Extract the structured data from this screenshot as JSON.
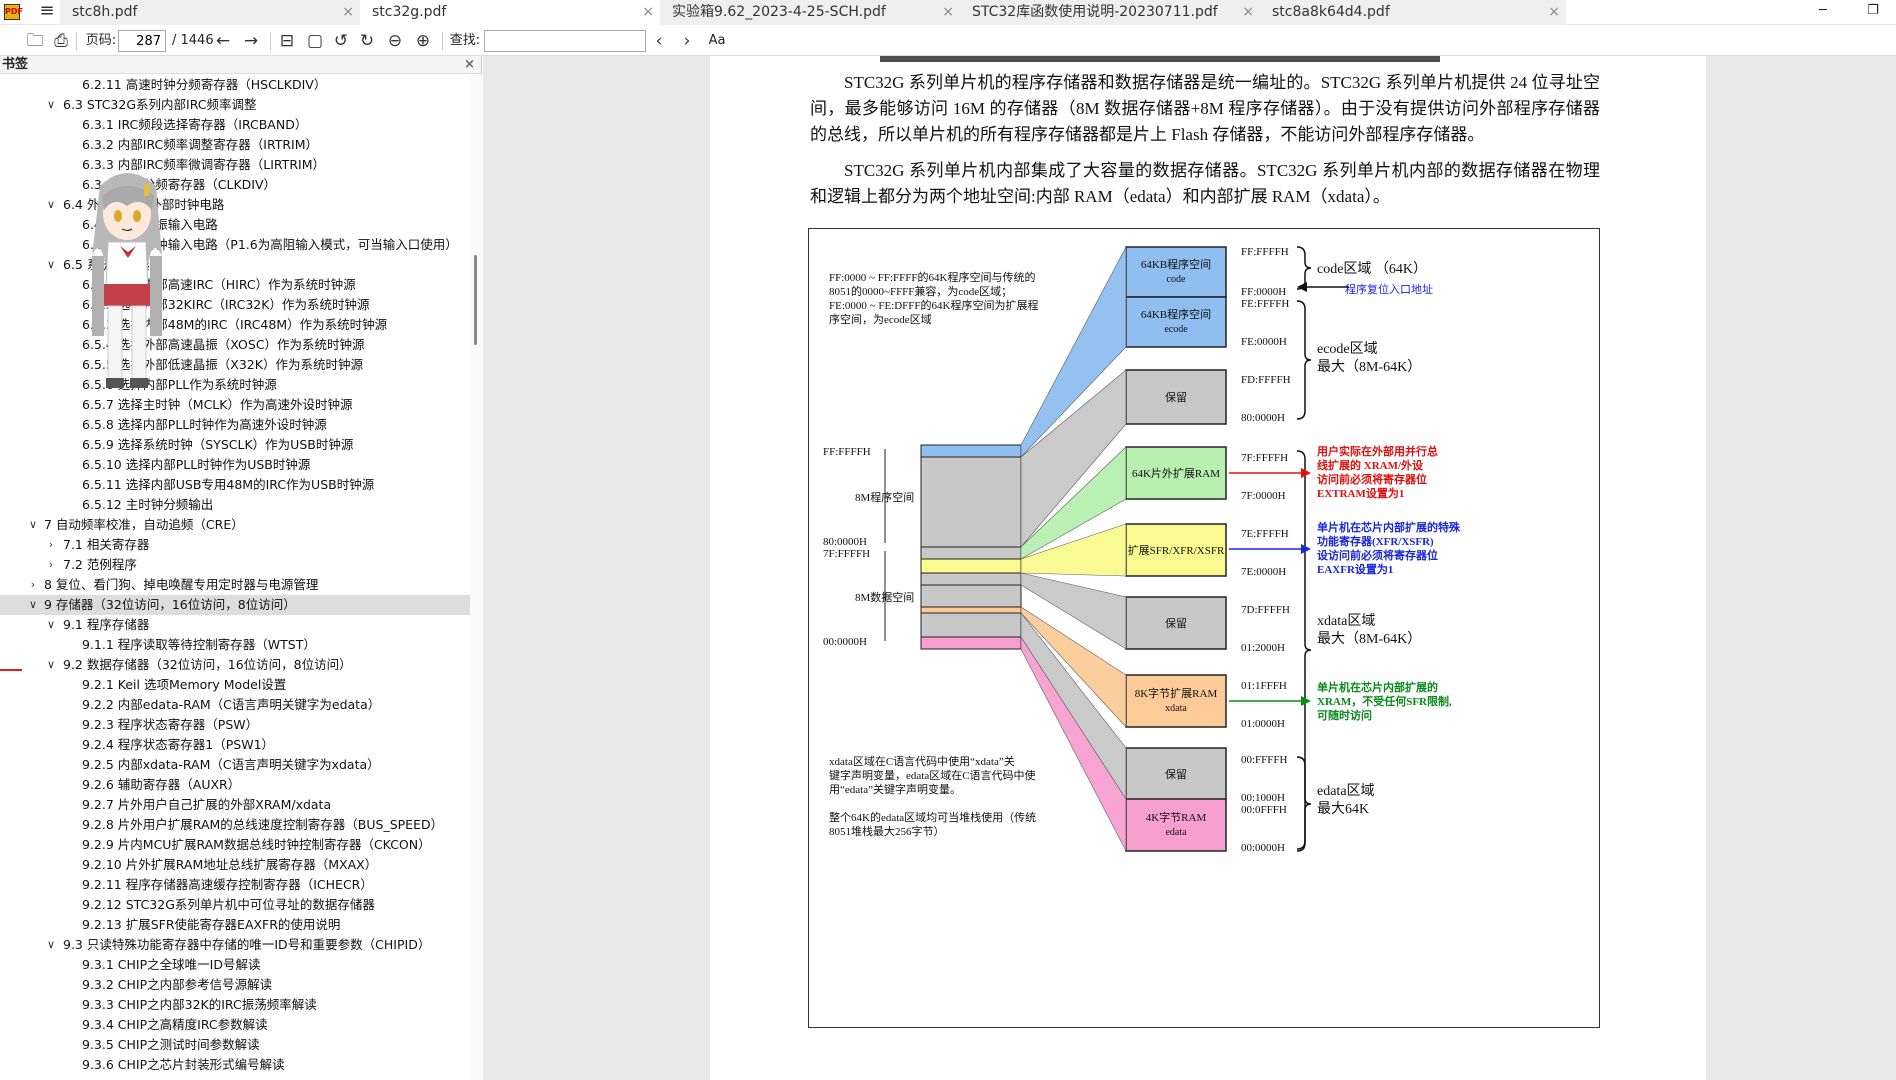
{
  "app": {
    "logo": "PDF"
  },
  "tabs": [
    {
      "label": "stc8h.pdf",
      "close": "×"
    },
    {
      "label": "stc32g.pdf",
      "close": "×"
    },
    {
      "label": "实验箱9.62_2023-4-25-SCH.pdf",
      "close": "×"
    },
    {
      "label": "STC32库函数使用说明-20230711.pdf",
      "close": "×"
    },
    {
      "label": "stc8a8k64d4.pdf",
      "close": "×"
    }
  ],
  "window": {
    "minimize": "─",
    "restore": "❐"
  },
  "toolbar": {
    "page_label": "页码:",
    "current_page": "287",
    "total_pages": "/ 1446",
    "search_label": "查找:",
    "search_value": "",
    "font_toggle": "Aa"
  },
  "sidebar": {
    "title": "书签",
    "close": "×",
    "items": [
      {
        "twisty": "",
        "label": "6.2.11 高速时钟分频寄存器（HSCLKDIV）"
      },
      {
        "twisty": "∨",
        "label": "6.3 STC32G系列内部IRC频率调整"
      },
      {
        "twisty": "",
        "label": "6.3.1 IRC频段选择寄存器（IRCBAND）"
      },
      {
        "twisty": "",
        "label": "6.3.2 内部IRC频率调整寄存器（IRTRIM）"
      },
      {
        "twisty": "",
        "label": "6.3.3 内部IRC频率微调寄存器（LIRTRIM）"
      },
      {
        "twisty": "",
        "label": "6.3.4 时钟分频寄存器（CLKDIV）"
      },
      {
        "twisty": "∨",
        "label": "6.4 外部晶振及外部时钟电路"
      },
      {
        "twisty": "",
        "label": "6.4.1 外部晶振输入电路"
      },
      {
        "twisty": "",
        "label": "6.4.2 外部时钟输入电路（P1.6为高阻输入模式，可当输入口使用）"
      },
      {
        "twisty": "∨",
        "label": "6.5 系统时钟选择"
      },
      {
        "twisty": "",
        "label": "6.5.1 选择内部高速IRC（HIRC）作为系统时钟源"
      },
      {
        "twisty": "",
        "label": "6.5.2 选择内部32KIRC（IRC32K）作为系统时钟源"
      },
      {
        "twisty": "",
        "label": "6.5.3 选择内部48M的IRC（IRC48M）作为系统时钟源"
      },
      {
        "twisty": "",
        "label": "6.5.4 选择外部高速晶振（XOSC）作为系统时钟源"
      },
      {
        "twisty": "",
        "label": "6.5.5 选择外部低速晶振（X32K）作为系统时钟源"
      },
      {
        "twisty": "",
        "label": "6.5.6 选择内部PLL作为系统时钟源"
      },
      {
        "twisty": "",
        "label": "6.5.7 选择主时钟（MCLK）作为高速外设时钟源"
      },
      {
        "twisty": "",
        "label": "6.5.8 选择内部PLL时钟作为高速外设时钟源"
      },
      {
        "twisty": "",
        "label": "6.5.9 选择系统时钟（SYSCLK）作为USB时钟源"
      },
      {
        "twisty": "",
        "label": "6.5.10 选择内部PLL时钟作为USB时钟源"
      },
      {
        "twisty": "",
        "label": "6.5.11 选择内部USB专用48M的IRC作为USB时钟源"
      },
      {
        "twisty": "",
        "label": "6.5.12 主时钟分频输出"
      },
      {
        "twisty": "∨",
        "label": "7 自动频率校准，自动追频（CRE）"
      },
      {
        "twisty": "›",
        "label": "7.1 相关寄存器"
      },
      {
        "twisty": "›",
        "label": "7.2 范例程序"
      },
      {
        "twisty": "›",
        "label": "8 复位、看门狗、掉电唤醒专用定时器与电源管理"
      },
      {
        "twisty": "∨",
        "label": "9 存储器（32位访问，16位访问，8位访问）"
      },
      {
        "twisty": "∨",
        "label": "9.1 程序存储器"
      },
      {
        "twisty": "",
        "label": "9.1.1 程序读取等待控制寄存器（WTST）"
      },
      {
        "twisty": "∨",
        "label": "9.2 数据存储器（32位访问，16位访问，8位访问）"
      },
      {
        "twisty": "",
        "label": "9.2.1 Keil 选项Memory Model设置"
      },
      {
        "twisty": "",
        "label": "9.2.2 内部edata-RAM（C语言声明关键字为edata）"
      },
      {
        "twisty": "",
        "label": "9.2.3 程序状态寄存器（PSW）"
      },
      {
        "twisty": "",
        "label": "9.2.4 程序状态寄存器1（PSW1）"
      },
      {
        "twisty": "",
        "label": "9.2.5 内部xdata-RAM（C语言声明关键字为xdata）"
      },
      {
        "twisty": "",
        "label": "9.2.6 辅助寄存器（AUXR）"
      },
      {
        "twisty": "",
        "label": "9.2.7 片外用户自己扩展的外部XRAM/xdata"
      },
      {
        "twisty": "",
        "label": "9.2.8 片外用户扩展RAM的总线速度控制寄存器（BUS_SPEED）"
      },
      {
        "twisty": "",
        "label": "9.2.9 片内MCU扩展RAM数据总线时钟控制寄存器（CKCON）"
      },
      {
        "twisty": "",
        "label": "9.2.10 片外扩展RAM地址总线扩展寄存器（MXAX）"
      },
      {
        "twisty": "",
        "label": "9.2.11 程序存储器高速缓存控制寄存器（ICHECR）"
      },
      {
        "twisty": "",
        "label": "9.2.12 STC32G系列单片机中可位寻址的数据存储器"
      },
      {
        "twisty": "",
        "label": "9.2.13 扩展SFR使能寄存器EAXFR的使用说明"
      },
      {
        "twisty": "∨",
        "label": "9.3 只读特殊功能寄存器中存储的唯一ID号和重要参数（CHIPID）"
      },
      {
        "twisty": "",
        "label": "9.3.1 CHIP之全球唯一ID号解读"
      },
      {
        "twisty": "",
        "label": "9.3.2 CHIP之内部参考信号源解读"
      },
      {
        "twisty": "",
        "label": "9.3.3 CHIP之内部32K的IRC振荡频率解读"
      },
      {
        "twisty": "",
        "label": "9.3.4 CHIP之高精度IRC参数解读"
      },
      {
        "twisty": "",
        "label": "9.3.5 CHIP之测试时间参数解读"
      },
      {
        "twisty": "",
        "label": "9.3.6 CHIP之芯片封装形式编号解读"
      }
    ]
  },
  "document": {
    "para1": "STC32G 系列单片机的程序存储器和数据存储器是统一编址的。STC32G 系列单片机提供 24 位寻址空间，最多能够访问 16M 的存储器（8M 数据存储器+8M 程序存储器）。由于没有提供访问外部程序存储器的总线，所以单片机的所有程序存储器都是片上 Flash 存储器，不能访问外部程序存储器。",
    "para2": "STC32G 系列单片机内部集成了大容量的数据存储器。STC32G 系列单片机内部的数据存储器在物理和逻辑上都分为两个地址空间:内部 RAM（edata）和内部扩展 RAM（xdata）。",
    "figure": {
      "note_top": [
        "FF:0000 ~ FF:FFFF的64K程序空间与传统的",
        "8051的0000~FFFF兼容，为code区域；",
        "FE:0000 ~ FE:DFFF的64K程序空间为扩展程",
        "序空间，为ecode区域"
      ],
      "note_bottom": [
        "xdata区域在C语言代码中使用“xdata”关",
        "键字声明变量，edata区域在C语言代码中使",
        "用“edata”关键字声明变量。",
        "",
        "整个64K的edata区域均可当堆栈使用（传统",
        "8051堆栈最大256字节）"
      ],
      "left_labels": {
        "ffffff": "FF:FFFFH",
        "prog": "8M程序空间",
        "h800000": "80:0000H",
        "h7fffff": "7F:FFFFH",
        "data": "8M数据空间",
        "h000000": "00:0000H"
      },
      "blocks": [
        {
          "line1": "64KB程序空间",
          "line2": "code",
          "color": "#8fbef0"
        },
        {
          "line1": "64KB程序空间",
          "line2": "ecode",
          "color": "#8fbef0"
        },
        {
          "line1": "保留",
          "line2": "",
          "color": "#c8c8c8"
        },
        {
          "line1": "64K片外扩展RAM",
          "line2": "",
          "color": "#b8f0b0"
        },
        {
          "line1": "扩展SFR/XFR/XSFR",
          "line2": "",
          "color": "#fafa90"
        },
        {
          "line1": "保留",
          "line2": "",
          "color": "#c8c8c8"
        },
        {
          "line1": "8K字节扩展RAM",
          "line2": "xdata",
          "color": "#fccb98"
        },
        {
          "line1": "保留",
          "line2": "",
          "color": "#c8c8c8"
        },
        {
          "line1": "4K字节RAM",
          "line2": "edata",
          "color": "#f7a0d0"
        }
      ],
      "addresses": [
        "FF:FFFFH",
        "FF:0000H",
        "FE:FFFFH",
        "FE:0000H",
        "FD:FFFFH",
        "80:0000H",
        "7F:FFFFH",
        "7F:0000H",
        "7E:FFFFH",
        "7E:0000H",
        "7D:FFFFH",
        "01:2000H",
        "01:1FFFH",
        "01:0000H",
        "00:FFFFH",
        "00:1000H",
        "00:0FFFH",
        "00:0000H"
      ],
      "regions": {
        "code": "code区域 （64K）",
        "reset": "程序复位入口地址",
        "ecode1": "ecode区域",
        "ecode2": "最大（8M-64K）",
        "xdata1": "xdata区域",
        "xdata2": "最大（8M-64K）",
        "edata1": "edata区域",
        "edata2": "最大64K"
      },
      "notes_red": [
        "用户实际在外部用并行总",
        "线扩展的 XRAM/外设",
        "访问前必须将寄存器位",
        "EXTRAM设置为1"
      ],
      "notes_blue": [
        "单片机在芯片内部扩展的特殊",
        "功能寄存器(XFR/XSFR)",
        "设访问前必须将寄存器位",
        "EAXFR设置为1"
      ],
      "notes_green": [
        "单片机在芯片内部扩展的",
        "XRAM，不受任何SFR限制,",
        "可随时访问"
      ],
      "colors": {
        "red": "#e01010",
        "blue": "#1a28d8",
        "green": "#0a8a1a"
      }
    }
  }
}
